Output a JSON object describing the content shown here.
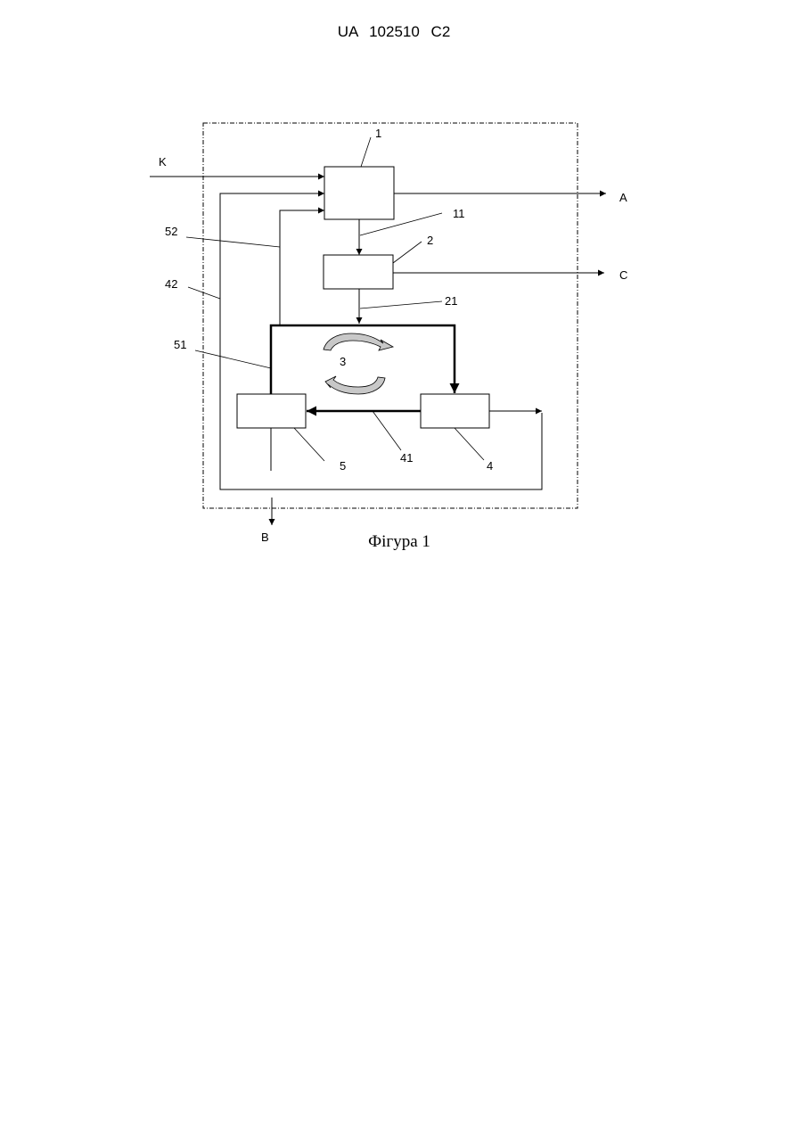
{
  "header": {
    "patent_number": "UA   102510   C2"
  },
  "figure": {
    "caption": "Фігура 1",
    "inputs": {
      "K": "K"
    },
    "outputs": {
      "A": "A",
      "C": "C",
      "B": "B"
    },
    "ref_numerals": {
      "n1": "1",
      "n2": "2",
      "n3": "3",
      "n4": "4",
      "n5": "5",
      "n11": "11",
      "n21": "21",
      "n41": "41",
      "n42": "42",
      "n51": "51",
      "n52": "52"
    },
    "colors": {
      "line": "#000000",
      "arrow_fill": "#c8c8c8"
    }
  }
}
